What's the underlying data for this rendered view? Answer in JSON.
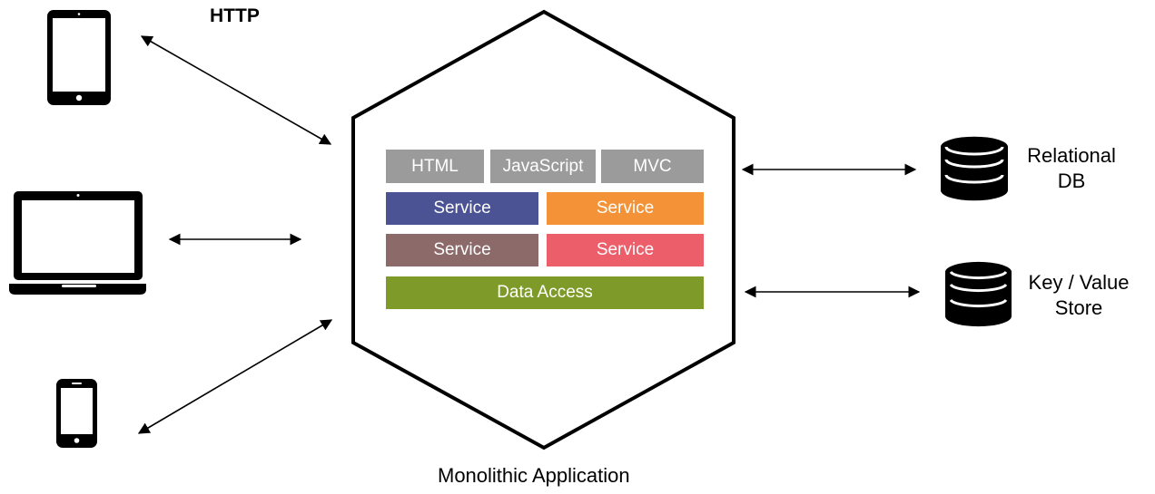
{
  "labels": {
    "http": "HTTP",
    "caption": "Monolithic Application",
    "relational_db_line1": "Relational",
    "relational_db_line2": "DB",
    "kv_store_line1": "Key / Value",
    "kv_store_line2": "Store"
  },
  "layers": {
    "html": "HTML",
    "javascript": "JavaScript",
    "mvc": "MVC",
    "service_1": "Service",
    "service_2": "Service",
    "service_3": "Service",
    "service_4": "Service",
    "data_access": "Data Access"
  },
  "colors": {
    "ui_gray": "#9b9b9b",
    "service_blue": "#4b5394",
    "service_orange": "#f39237",
    "service_brown": "#8c6a6a",
    "service_red": "#ec5e6a",
    "data_access_green": "#7e9b2a",
    "outline": "#000000"
  },
  "icons": {
    "clients": [
      "tablet-icon",
      "laptop-icon",
      "phone-icon"
    ],
    "stores": [
      "database-icon",
      "database-icon"
    ]
  }
}
